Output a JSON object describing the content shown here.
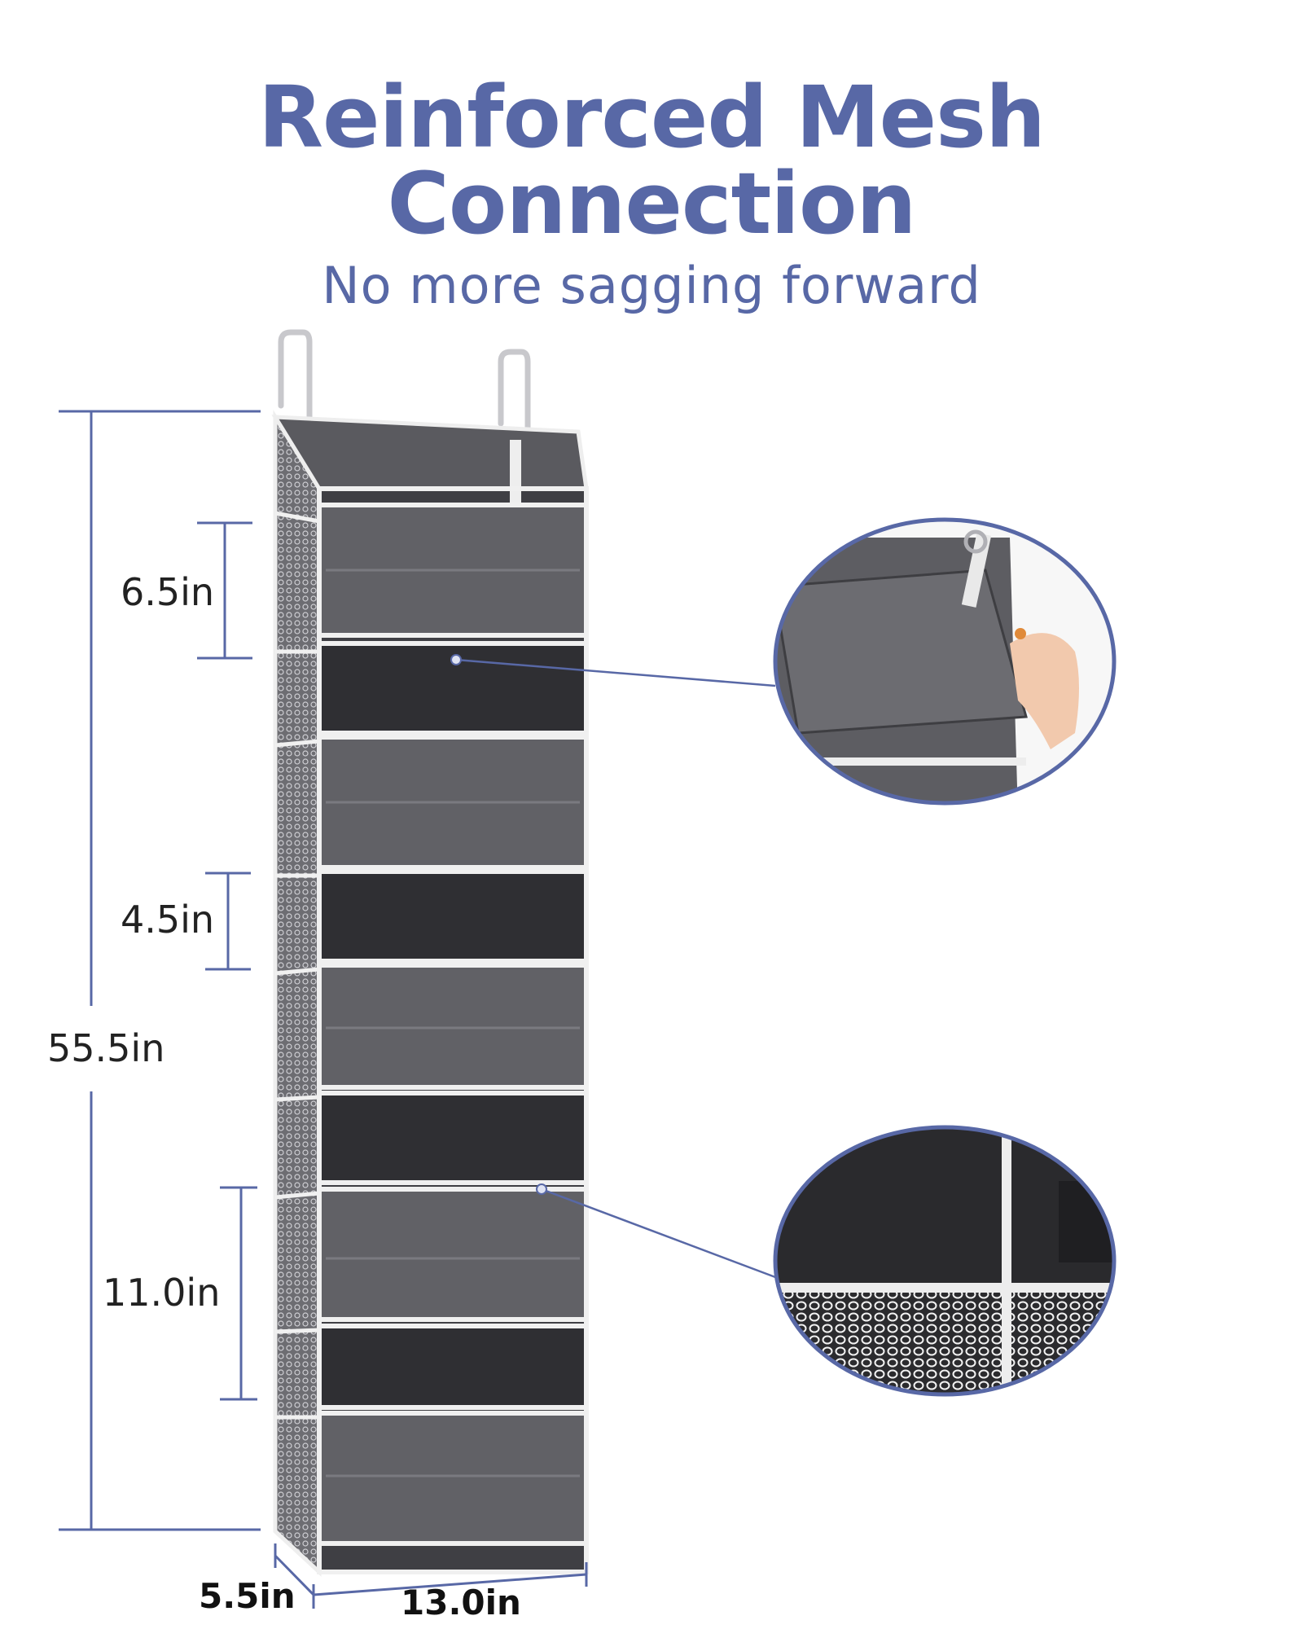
{
  "heading": {
    "line1": "Reinforced Mesh",
    "line2": "Connection",
    "subtitle": "No more sagging forward"
  },
  "dimensions": {
    "total_height": "55.5in",
    "top_pocket": "6.5in",
    "middle_pocket": "4.5in",
    "bottom_pocket": "11.0in",
    "depth": "5.5in",
    "width": "13.0in"
  },
  "colors": {
    "accent": "#5868a6",
    "fabric": "#5f5f63",
    "trim": "#f2f2f2"
  }
}
